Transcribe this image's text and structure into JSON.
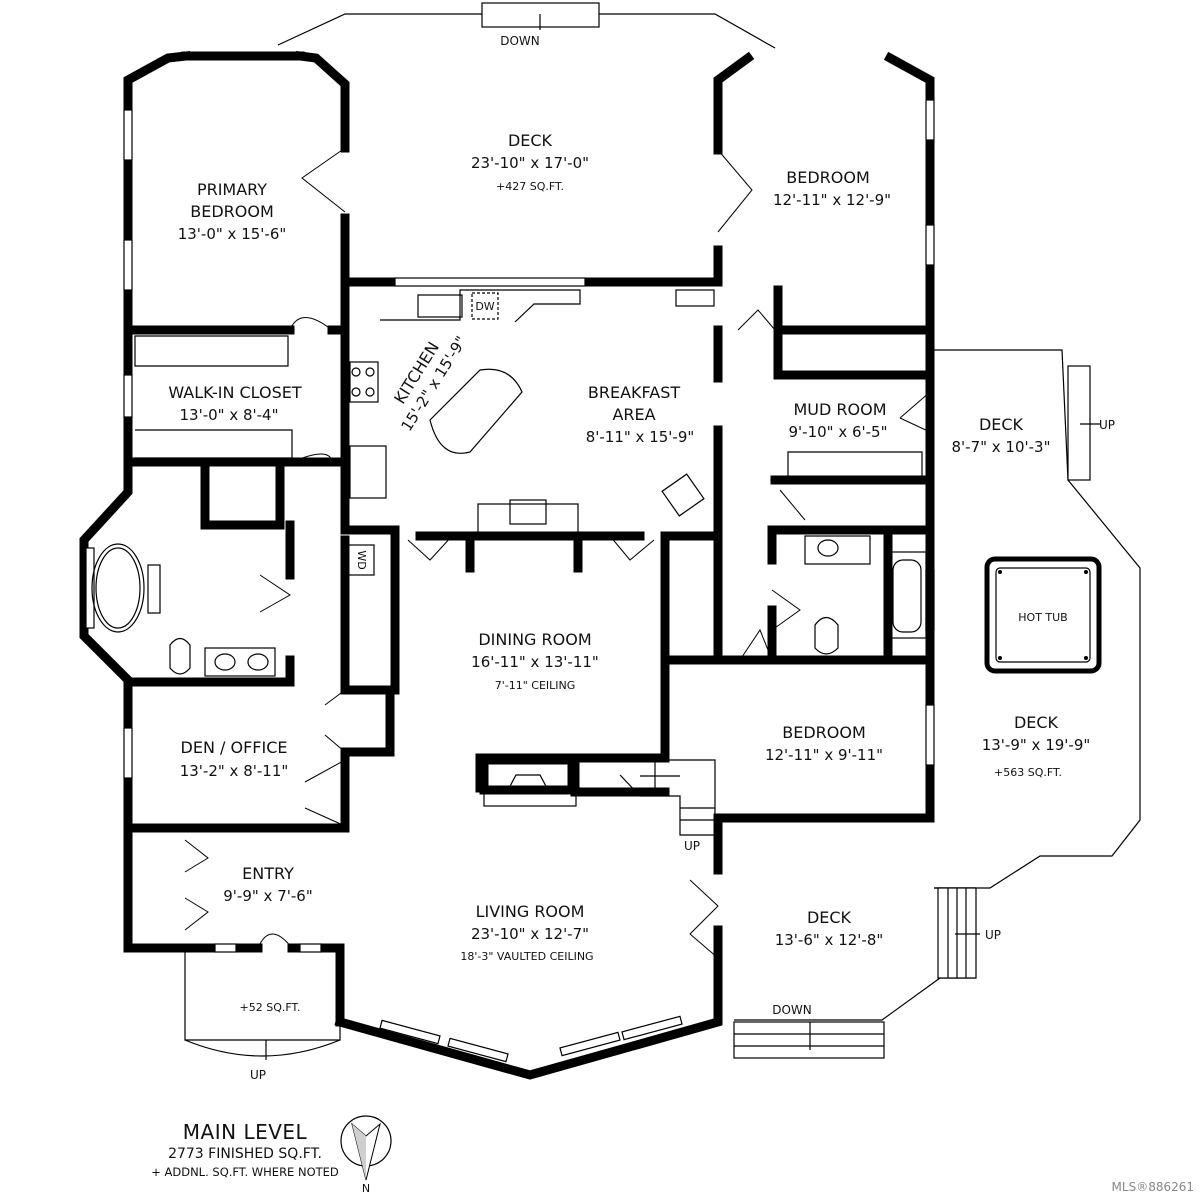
{
  "rooms": {
    "deck_top": {
      "name": "DECK",
      "dims": "23'-10\" x 17'-0\"",
      "note": "+427 SQ.FT."
    },
    "primary_bedroom": {
      "name_line1": "PRIMARY",
      "name_line2": "BEDROOM",
      "dims": "13'-0\" x 15'-6\""
    },
    "bedroom_ne": {
      "name": "BEDROOM",
      "dims": "12'-11\" x 12'-9\""
    },
    "kitchen": {
      "name": "KITCHEN",
      "dims": "15'-2\" x 15'-9\""
    },
    "breakfast_area": {
      "name_line1": "BREAKFAST",
      "name_line2": "AREA",
      "dims": "8'-11\" x 15'-9\""
    },
    "walk_in_closet": {
      "name": "WALK-IN CLOSET",
      "dims": "13'-0\" x 8'-4\""
    },
    "mud_room": {
      "name": "MUD ROOM",
      "dims": "9'-10\" x 6'-5\""
    },
    "deck_east": {
      "name": "DECK",
      "dims": "8'-7\" x 10'-3\""
    },
    "dining_room": {
      "name": "DINING ROOM",
      "dims": "16'-11\" x 13'-11\"",
      "note": "7'-11\" CEILING"
    },
    "den_office": {
      "name": "DEN / OFFICE",
      "dims": "13'-2\" x 8'-11\""
    },
    "bedroom_e": {
      "name": "BEDROOM",
      "dims": "12'-11\" x 9'-11\""
    },
    "deck_hot_tub": {
      "name": "DECK",
      "dims": "13'-9\" x 19'-9\"",
      "note": "+563 SQ.FT."
    },
    "entry": {
      "name": "ENTRY",
      "dims": "9'-9\" x 7'-6\""
    },
    "living_room": {
      "name": "LIVING ROOM",
      "dims": "23'-10\" x 12'-7\"",
      "note": "18'-3\" VAULTED CEILING"
    },
    "deck_se": {
      "name": "DECK",
      "dims": "13'-6\" x 12'-8\""
    },
    "porch": {
      "note": "+52 SQ.FT."
    }
  },
  "fixtures": {
    "dw": "DW",
    "wd": "WD",
    "hot_tub": "HOT TUB"
  },
  "stairs": {
    "down_top": "DOWN",
    "up_east": "UP",
    "up_stair": "UP",
    "up_se": "UP",
    "down_bottom": "DOWN",
    "up_porch": "UP"
  },
  "legend": {
    "title": "MAIN LEVEL",
    "finished": "2773 FINISHED SQ.FT.",
    "additional": "+ ADDNL. SQ.FT. WHERE NOTED",
    "north": "N"
  },
  "watermark": "MLS®886261"
}
